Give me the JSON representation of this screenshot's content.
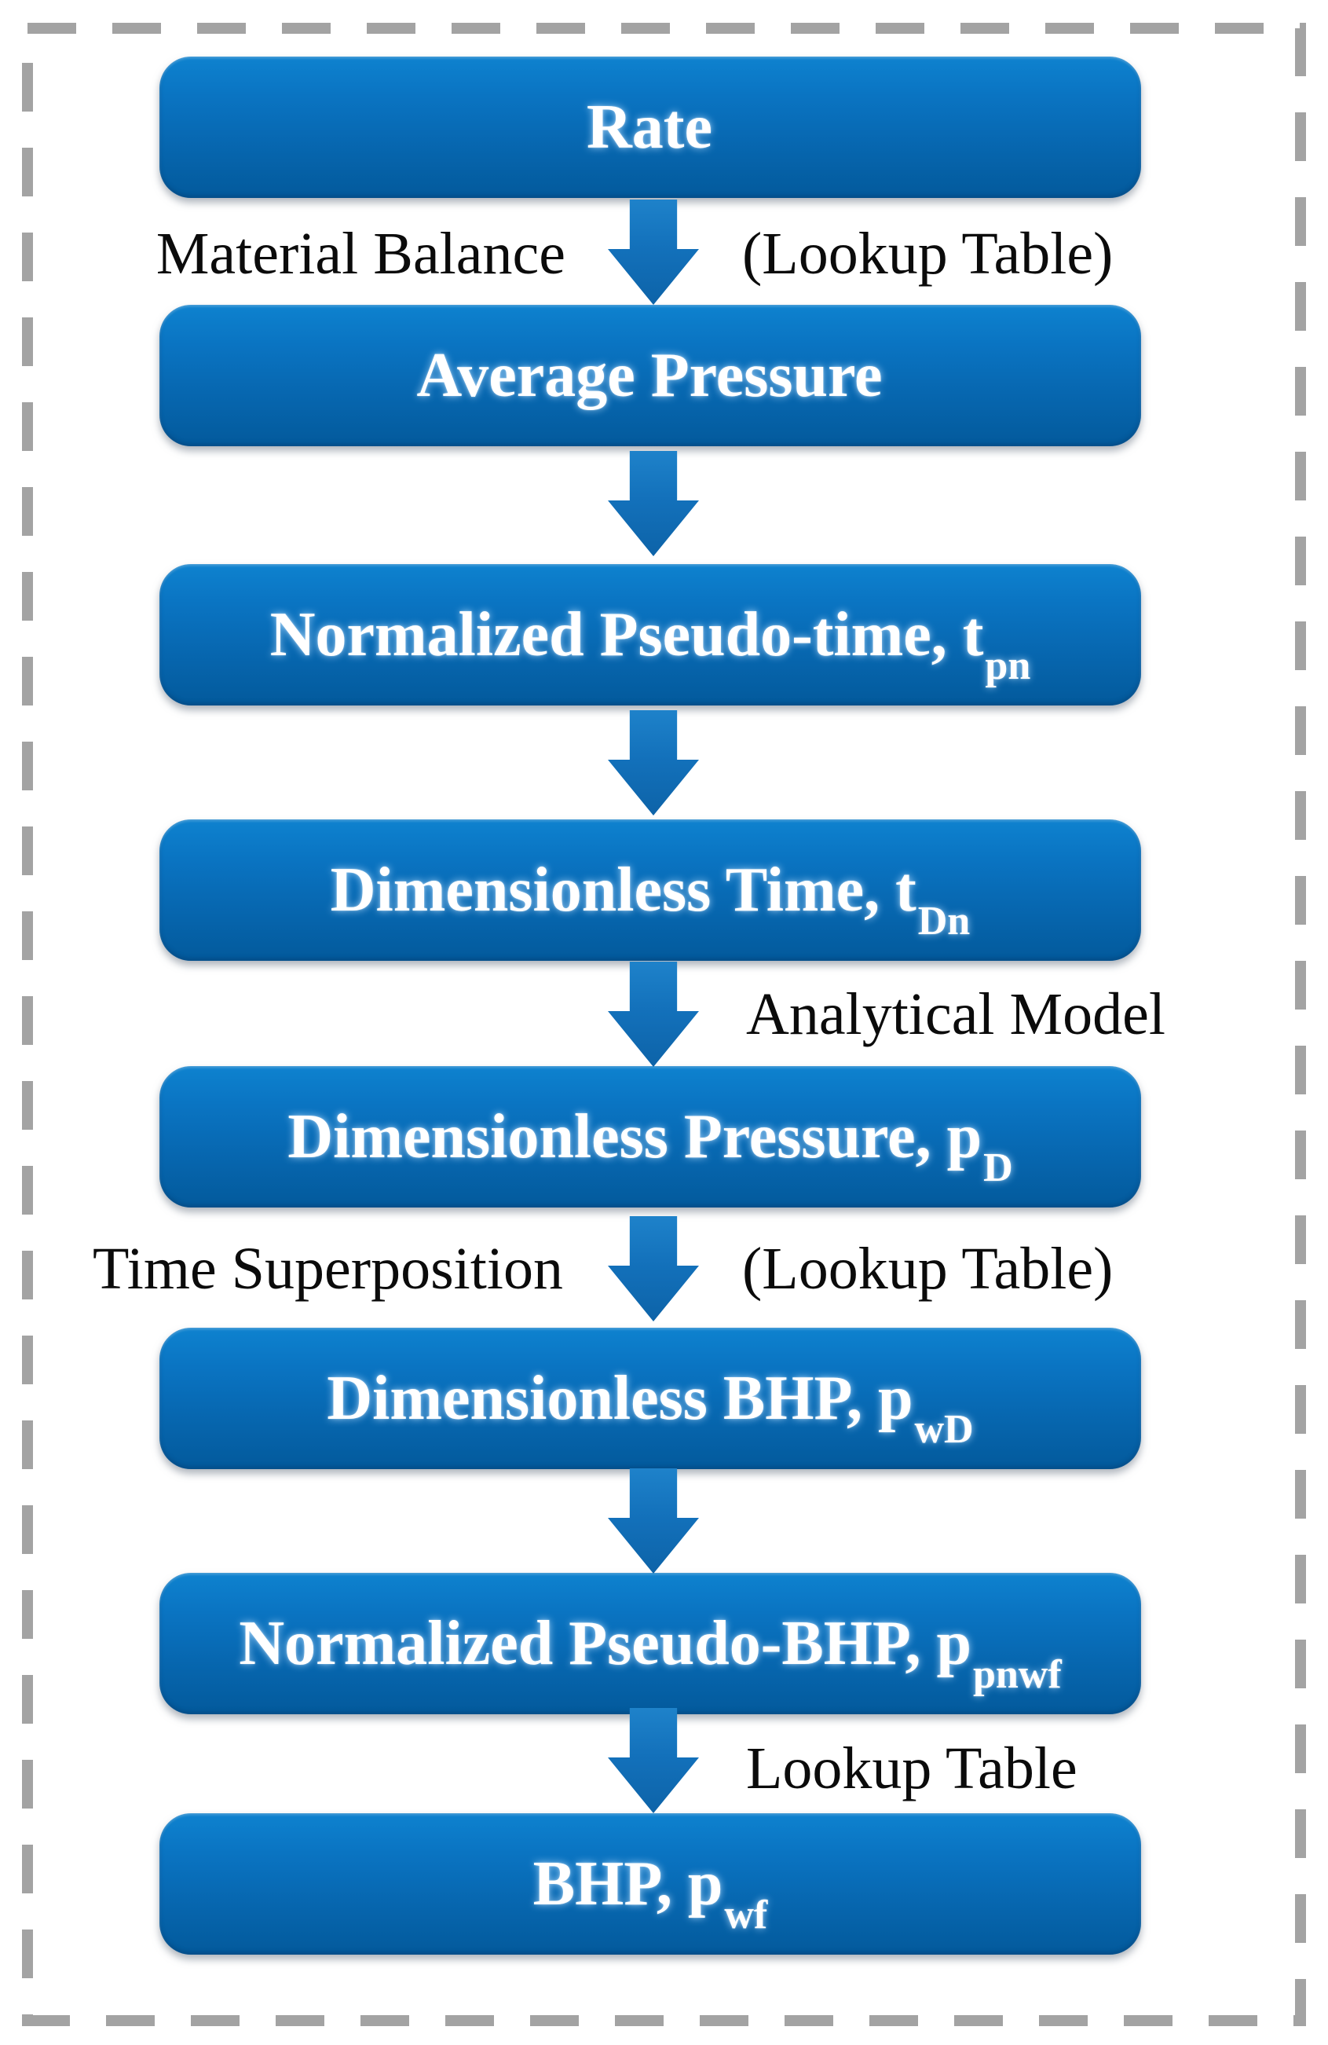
{
  "figure": {
    "boxes": [
      {
        "text": "Rate",
        "sub": ""
      },
      {
        "text": "Average Pressure",
        "sub": ""
      },
      {
        "text": "Normalized Pseudo-time, t",
        "sub": "pn"
      },
      {
        "text": "Dimensionless Time, t",
        "sub": "Dn"
      },
      {
        "text": "Dimensionless Pressure, p",
        "sub": "D"
      },
      {
        "text": "Dimensionless BHP, p",
        "sub": "wD"
      },
      {
        "text": "Normalized Pseudo-BHP, p",
        "sub": "pnwf"
      },
      {
        "text": "BHP, p",
        "sub": "wf"
      }
    ],
    "edge_labels": {
      "material_balance": "Material Balance",
      "lookup_table_parenthesized_1": "(Lookup Table)",
      "analytical_model": "Analytical Model",
      "time_superposition": "Time Superposition",
      "lookup_table_parenthesized_2": "(Lookup Table)",
      "lookup_table": "Lookup Table"
    },
    "colors": {
      "box_gradient_top": "#0e82cf",
      "box_gradient_bottom": "#035a9c",
      "arrow_blue": "#1371bb",
      "box_text": "#ffffff",
      "edge_label_text": "#0b0b0b",
      "frame_gray": "#a3a3a3"
    }
  }
}
